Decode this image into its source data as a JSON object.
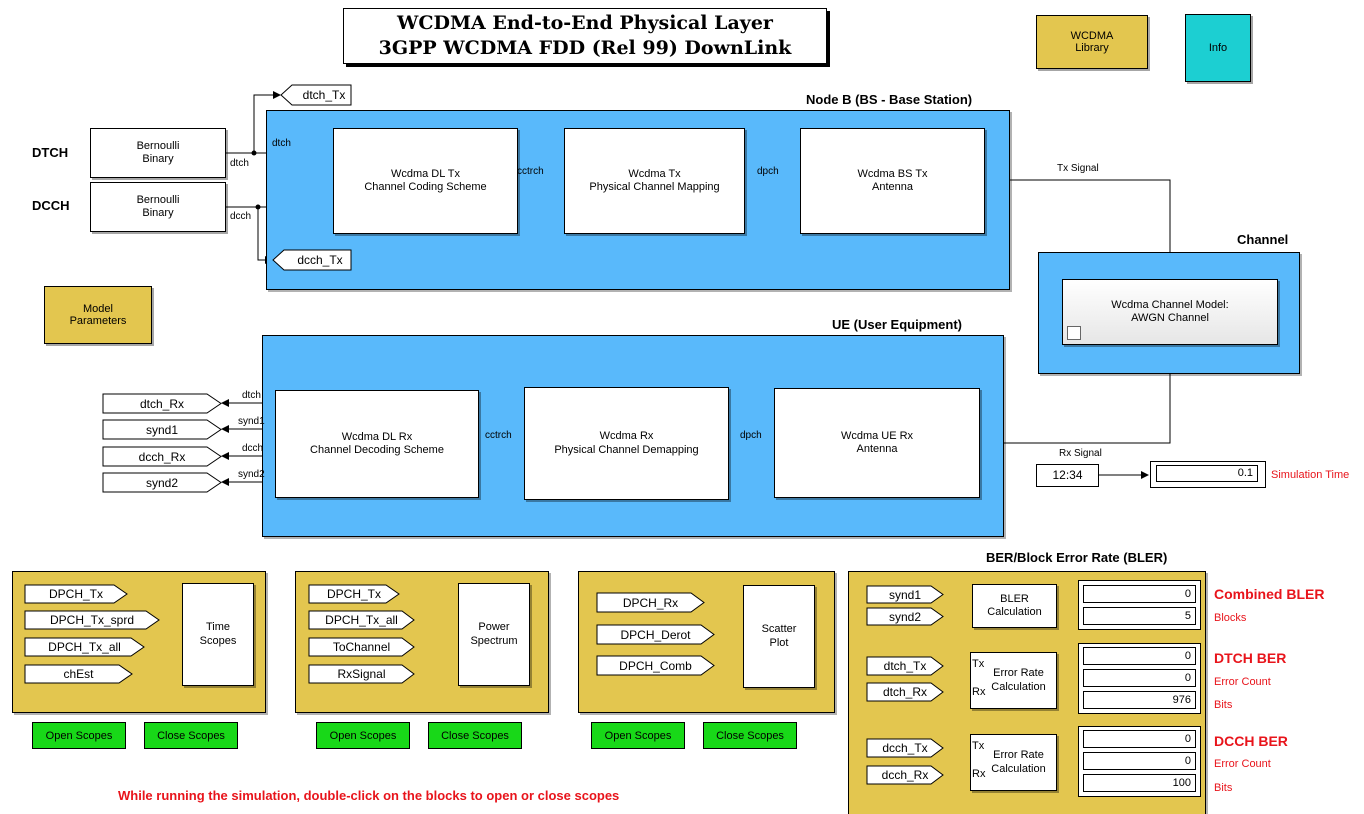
{
  "title": {
    "line1": "WCDMA End-to-End Physical Layer",
    "line2": "3GPP WCDMA FDD (Rel 99) DownLink"
  },
  "library_button": "WCDMA\nLibrary",
  "info_button": "Info",
  "model_parameters": "Model\nParameters",
  "nodeb": {
    "label": "Node B (BS - Base Station)",
    "coding": "Wcdma DL Tx\nChannel Coding Scheme",
    "mapping": "Wcdma Tx\nPhysical Channel Mapping",
    "antenna": "Wcdma BS Tx\nAntenna"
  },
  "sources": {
    "dtch_label": "DTCH",
    "dcch_label": "DCCH",
    "dtch_block": "Bernoulli\nBinary",
    "dcch_block": "Bernoulli\nBinary"
  },
  "gotos": {
    "dtch_tx": "dtch_Tx",
    "dcch_tx": "dcch_Tx"
  },
  "channel": {
    "label": "Channel",
    "model": "Wcdma Channel Model:\nAWGN Channel"
  },
  "ue": {
    "label": "UE (User Equipment)",
    "decoding": "Wcdma DL Rx\nChannel Decoding Scheme",
    "demapping": "Wcdma Rx\nPhysical Channel Demapping",
    "antenna": "Wcdma UE Rx\nAntenna"
  },
  "ue_outputs": [
    "dtch_Rx",
    "synd1",
    "dcch_Rx",
    "synd2"
  ],
  "signals": {
    "dtch": "dtch",
    "dcch": "dcch",
    "cctrch": "cctrch",
    "dpch": "dpch",
    "tx_signal": "Tx Signal",
    "rx_signal": "Rx Signal",
    "synd1": "synd1",
    "synd2": "synd2"
  },
  "sim_time": {
    "clock": "12:34",
    "value": "0.1",
    "label": "Simulation Time"
  },
  "scope_panels": [
    {
      "inputs": [
        "DPCH_Tx",
        "DPCH_Tx_sprd",
        "DPCH_Tx_all",
        "chEst"
      ],
      "block": "Time\nScopes"
    },
    {
      "inputs": [
        "DPCH_Tx",
        "DPCH_Tx_all",
        "ToChannel",
        "RxSignal"
      ],
      "block": "Power\nSpectrum"
    },
    {
      "inputs": [
        "DPCH_Rx",
        "DPCH_Derot",
        "DPCH_Comb"
      ],
      "block": "Scatter\nPlot"
    }
  ],
  "buttons": {
    "open": "Open Scopes",
    "close": "Close Scopes"
  },
  "note": "While running the simulation, double-click on the blocks to open or close scopes",
  "ber": {
    "title": "BER/Block Error Rate (BLER)",
    "bler_inputs": [
      "synd1",
      "synd2"
    ],
    "bler_block": "BLER\nCalculation",
    "bler_values": [
      "0",
      "5"
    ],
    "bler_title": "Combined BLER",
    "bler_sub": "Blocks",
    "dtch_inputs": [
      "dtch_Tx",
      "dtch_Rx"
    ],
    "dcch_inputs": [
      "dcch_Tx",
      "dcch_Rx"
    ],
    "err_block": "Error Rate\nCalculation",
    "tx_port": "Tx",
    "rx_port": "Rx",
    "dtch_values": [
      "0",
      "0",
      "976"
    ],
    "dcch_values": [
      "0",
      "0",
      "100"
    ],
    "dtch_title": "DTCH BER",
    "dcch_title": "DCCH BER",
    "err_count": "Error Count",
    "bits": "Bits"
  }
}
